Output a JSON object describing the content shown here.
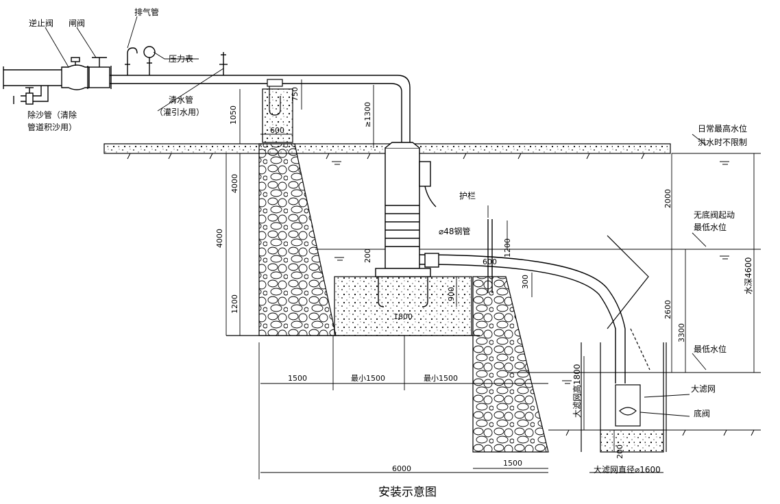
{
  "caption": "安装示意图",
  "labels": {
    "check_valve": "逆止阀",
    "gate_valve": "闸阀",
    "exhaust_pipe": "排气管",
    "pressure_gauge": "压力表",
    "clean_water_pipe": "清水管",
    "clean_water_note": "（灌引水用）",
    "desand_pipe_1": "除沙管（清除",
    "desand_pipe_2": "管道积沙用）",
    "daily_max_level": "日常最高水位",
    "flood_unlimited": "洪水时不限制",
    "railing": "护栏",
    "steel_pipe": "⌀48钢管",
    "no_valve_start_1": "无底阀起动",
    "no_valve_start_2": "最低水位",
    "min_level": "最低水位",
    "water_depth": "水深4600",
    "big_filter": "大滤网",
    "bottom_valve": "底阀",
    "filter_height": "大滤网高1800",
    "filter_diameter": "大滤网直径⌀1600"
  },
  "dims": {
    "d750": "750",
    "d1050": "1050",
    "d600a": "600",
    "d1300": "≥1300",
    "d4000a": "4000",
    "d4000b": "4000",
    "d1200a": "1200",
    "d200a": "200",
    "d1800": "1800",
    "d900": "900",
    "d600b": "600",
    "d1200b": "1200",
    "d300": "300",
    "d2000": "2000",
    "d2600": "2600",
    "d3300": "3300",
    "d200b": "200",
    "d1500a": "1500",
    "dmin1": "最小1500",
    "dmin2": "最小1500",
    "d1500b": "1500",
    "d6000": "6000"
  }
}
